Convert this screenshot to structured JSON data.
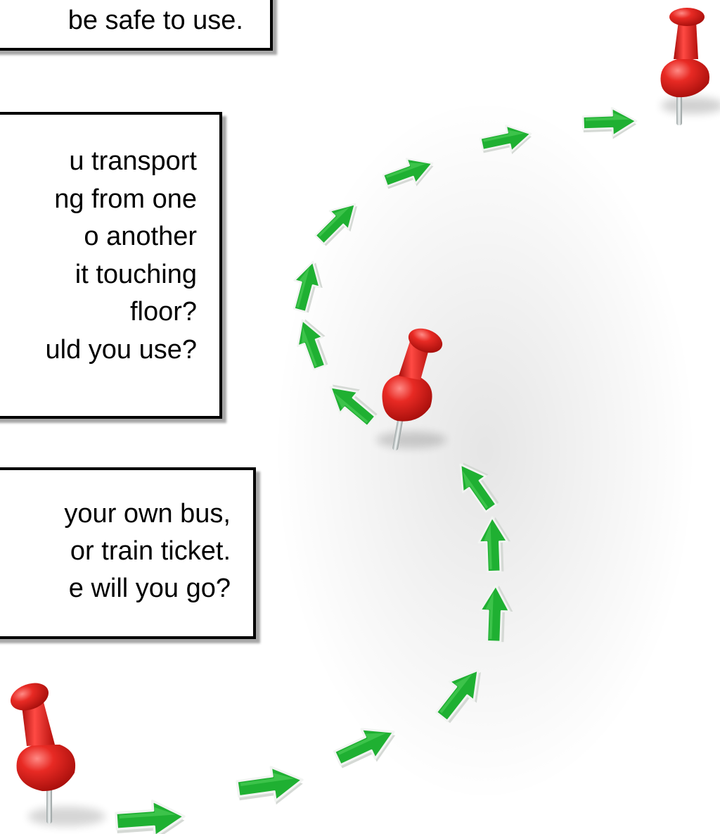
{
  "callouts": {
    "box_1": {
      "lines": [
        "be safe to use."
      ]
    },
    "box_2": {
      "lines": [
        "u transport",
        "ng from one",
        "o another",
        "it touching",
        "floor?",
        "uld you use?"
      ]
    },
    "box_3": {
      "lines": [
        "your own bus,",
        "or train ticket.",
        "e will you go?"
      ]
    }
  },
  "colors": {
    "pin_red": "#e1201c",
    "arrow_green": "#1fb032",
    "arrow_edge": "#e8ebe8",
    "background": "#ffffff",
    "callout_border": "#000000"
  },
  "icons": {
    "pin": "push-pin-icon",
    "arrow": "green-arrow-icon"
  }
}
